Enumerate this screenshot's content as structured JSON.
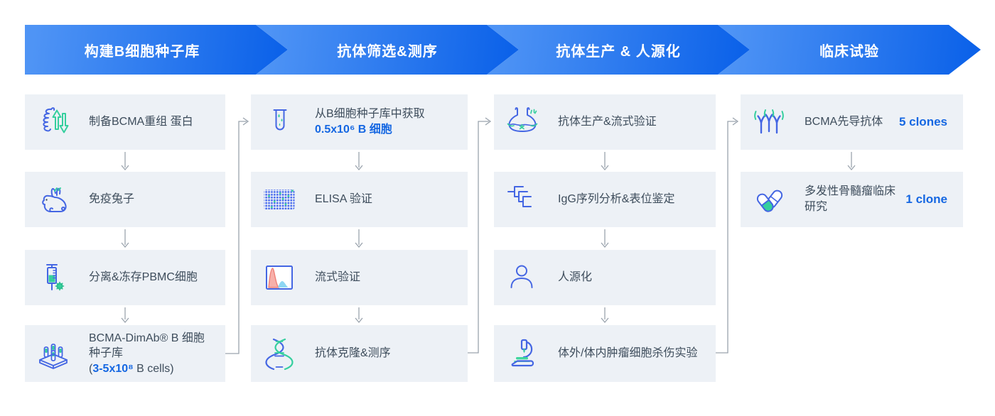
{
  "colors": {
    "accent_blue": "#1567e2",
    "banner_gradient_light": "#4f94f5",
    "banner_gradient_dark": "#0c62e9",
    "box_background": "#edf1f6",
    "body_text": "#3e4d5c",
    "icon_blue": "#4466e3",
    "icon_green": "#35cf9e",
    "connector_gray": "#9aa3ad"
  },
  "banner": {
    "stages": [
      "构建B细胞种子库",
      "抗体筛选&测序",
      "抗体生产 & 人源化",
      "临床试验"
    ]
  },
  "icons": {
    "protein-icon": "coiled recombinant protein with up/down arrows",
    "rabbit-icon": "rabbit outline",
    "syringe-icon": "syringe with cell",
    "tube-rack-icon": "rack of sample tubes",
    "test-tube-icon": "test tube with drops",
    "elisa-plate-icon": "ELISA microplate dot grid",
    "flow-histogram-icon": "flow cytometry histogram",
    "dna-icon": "DNA double helix",
    "flask-icon": "culture flask with antibody",
    "sequence-tree-icon": "sequence lineage tree",
    "person-icon": "human silhouette",
    "microscope-icon": "microscope with slide",
    "antibody-icon": "lead antibodies",
    "pills-icon": "drug capsules"
  },
  "columns": [
    {
      "steps": [
        {
          "icon": "protein-icon",
          "lines": [
            "制备BCMA重组 蛋白"
          ]
        },
        {
          "icon": "rabbit-icon",
          "lines": [
            "免疫兔子"
          ]
        },
        {
          "icon": "syringe-icon",
          "lines": [
            "分离&冻存PBMC细胞"
          ]
        },
        {
          "icon": "tube-rack-icon",
          "lines": [
            "BCMA-DimAb® B 细胞",
            "种子库"
          ],
          "cells_prefix": "(",
          "cells_highlight": "3-5x10⁸",
          "cells_suffix": " B cells)"
        }
      ]
    },
    {
      "steps": [
        {
          "icon": "test-tube-icon",
          "lines": [
            "从B细胞种子库中获取"
          ],
          "highlight_line": "0.5x10⁶ B 细胞"
        },
        {
          "icon": "elisa-plate-icon",
          "lines": [
            "ELISA 验证"
          ]
        },
        {
          "icon": "flow-histogram-icon",
          "lines": [
            "流式验证"
          ]
        },
        {
          "icon": "dna-icon",
          "lines": [
            "抗体克隆&测序"
          ]
        }
      ]
    },
    {
      "steps": [
        {
          "icon": "flask-icon",
          "lines": [
            "抗体生产&流式验证"
          ]
        },
        {
          "icon": "sequence-tree-icon",
          "lines": [
            "IgG序列分析&表位鉴定"
          ]
        },
        {
          "icon": "person-icon",
          "lines": [
            "人源化"
          ]
        },
        {
          "icon": "microscope-icon",
          "lines": [
            "体外/体内肿瘤细胞杀伤实验"
          ]
        }
      ]
    },
    {
      "steps": [
        {
          "icon": "antibody-icon",
          "lines": [
            "BCMA先导抗体"
          ],
          "badge": "5 clones"
        },
        {
          "icon": "pills-icon",
          "lines": [
            "多发性骨髓瘤临床",
            "研究"
          ],
          "badge": "1 clone"
        }
      ]
    }
  ]
}
